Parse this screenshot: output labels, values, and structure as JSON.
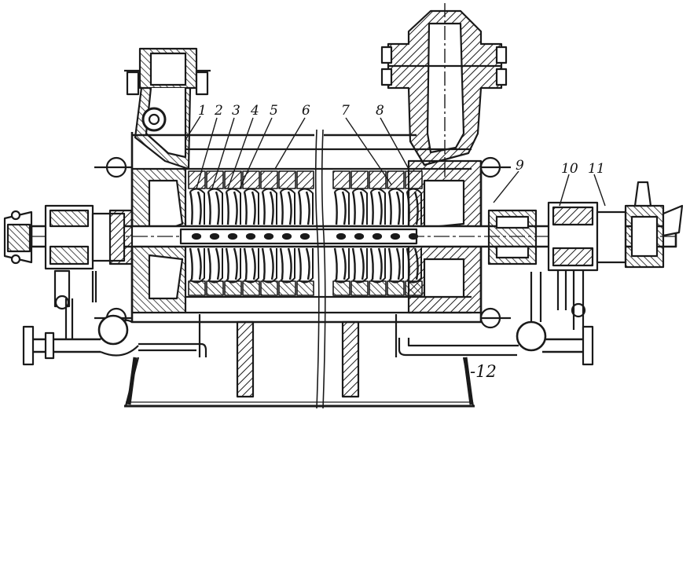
{
  "colors": {
    "ink": "#1a1a1a",
    "paper": "#ffffff"
  },
  "callouts": [
    {
      "id": "c1",
      "label": "1"
    },
    {
      "id": "c2",
      "label": "2"
    },
    {
      "id": "c3",
      "label": "3"
    },
    {
      "id": "c4",
      "label": "4"
    },
    {
      "id": "c5",
      "label": "5"
    },
    {
      "id": "c6",
      "label": "6"
    },
    {
      "id": "c7",
      "label": "7"
    },
    {
      "id": "c8",
      "label": "8"
    },
    {
      "id": "c9",
      "label": "9"
    },
    {
      "id": "c10",
      "label": "10"
    },
    {
      "id": "c11",
      "label": "11"
    },
    {
      "id": "c12",
      "label": "-12"
    }
  ]
}
